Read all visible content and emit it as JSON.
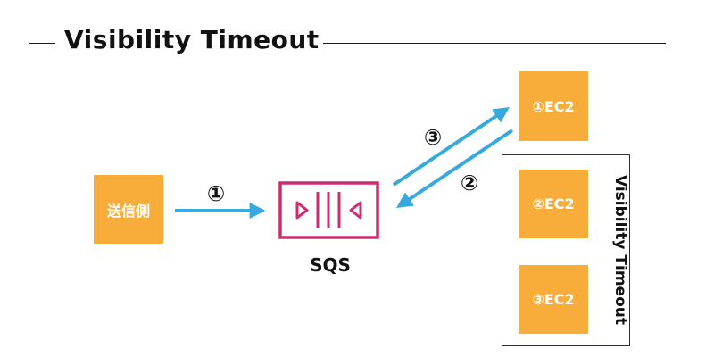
{
  "title": "Visibility Timeout",
  "sender": {
    "label": "送信側"
  },
  "queue": {
    "label": "SQS"
  },
  "consumers": [
    {
      "label": "①EC2"
    },
    {
      "label": "②EC2"
    },
    {
      "label": "③EC2"
    }
  ],
  "frame_label": "Visibility Timeout",
  "steps": {
    "send": "①",
    "receive": "②",
    "poll": "③"
  },
  "colors": {
    "box": "#F8AD3A",
    "arrow": "#38A9DF",
    "sqs": "#CC2D6E"
  },
  "icons": {
    "queue": "sqs-queue-icon"
  }
}
